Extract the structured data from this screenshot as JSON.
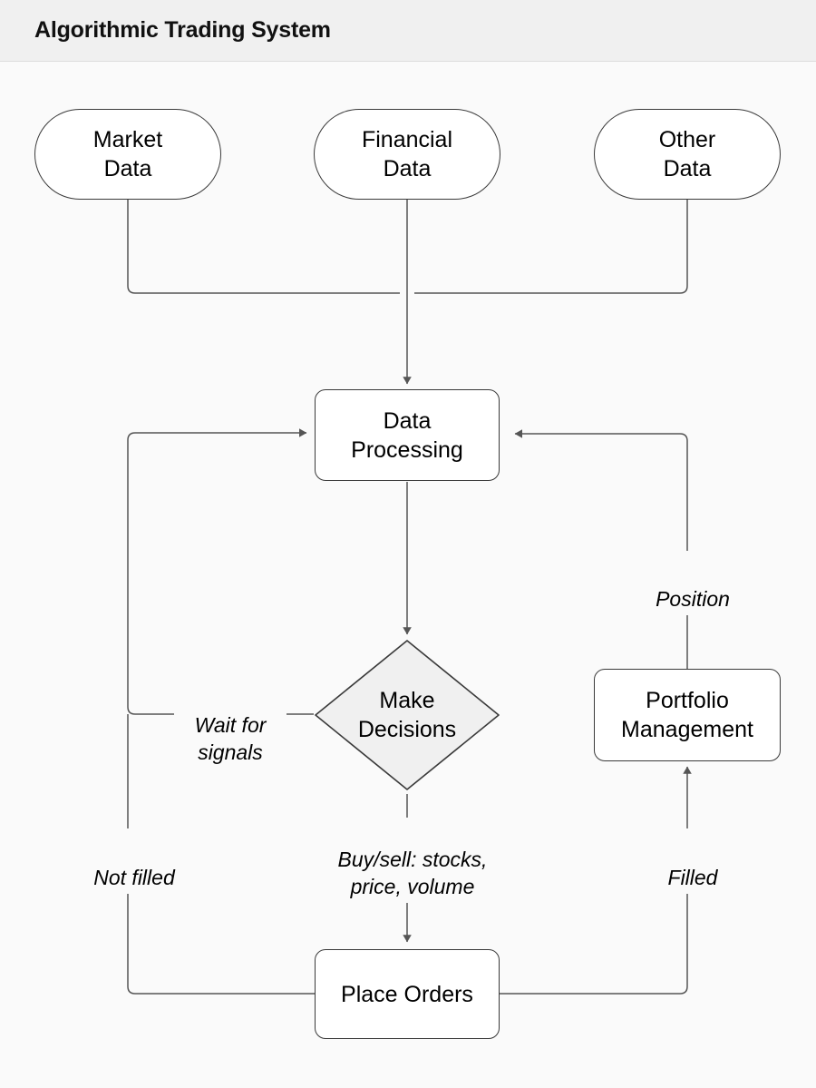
{
  "header": {
    "title": "Algorithmic Trading System"
  },
  "diagram": {
    "background_color": "#fafafa",
    "header_background_color": "#f0f0f0",
    "node_fill_color": "#ffffff",
    "decision_fill_color": "#f0f0f0",
    "stroke_color": "#3a3a3a",
    "text_color": "#000000",
    "nodes": [
      {
        "id": "market-data",
        "label": "Market\nData",
        "shape": "pill"
      },
      {
        "id": "financial-data",
        "label": "Financial\nData",
        "shape": "pill"
      },
      {
        "id": "other-data",
        "label": "Other\nData",
        "shape": "pill"
      },
      {
        "id": "data-processing",
        "label": "Data\nProcessing",
        "shape": "rounded-rect"
      },
      {
        "id": "make-decisions",
        "label": "Make\nDecisions",
        "shape": "diamond"
      },
      {
        "id": "portfolio-management",
        "label": "Portfolio\nManagement",
        "shape": "rounded-rect"
      },
      {
        "id": "place-orders",
        "label": "Place Orders",
        "shape": "rounded-rect"
      }
    ],
    "edge_labels": [
      {
        "id": "wait-for-signals",
        "text": "Wait for\nsignals"
      },
      {
        "id": "not-filled",
        "text": "Not filled"
      },
      {
        "id": "buy-sell-details",
        "text": "Buy/sell: stocks,\nprice, volume"
      },
      {
        "id": "filled",
        "text": "Filled"
      },
      {
        "id": "position",
        "text": "Position"
      }
    ],
    "edges": [
      {
        "from": "market-data",
        "to": "data-processing",
        "label": ""
      },
      {
        "from": "financial-data",
        "to": "data-processing",
        "label": ""
      },
      {
        "from": "other-data",
        "to": "data-processing",
        "label": ""
      },
      {
        "from": "data-processing",
        "to": "make-decisions",
        "label": ""
      },
      {
        "from": "make-decisions",
        "to": "data-processing",
        "label": "Wait for signals"
      },
      {
        "from": "make-decisions",
        "to": "place-orders",
        "label": "Buy/sell: stocks, price, volume"
      },
      {
        "from": "place-orders",
        "to": "data-processing",
        "label": "Not filled"
      },
      {
        "from": "place-orders",
        "to": "portfolio-management",
        "label": "Filled"
      },
      {
        "from": "portfolio-management",
        "to": "data-processing",
        "label": "Position"
      }
    ]
  }
}
